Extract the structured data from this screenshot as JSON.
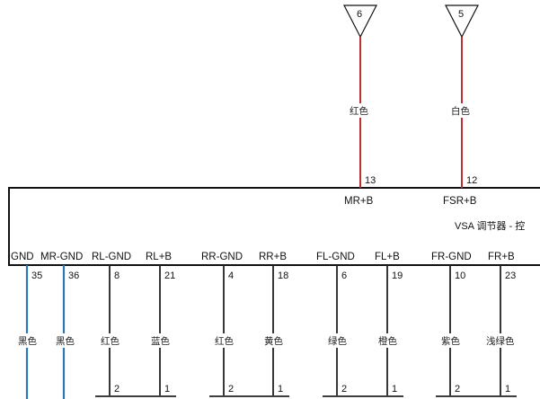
{
  "module": {
    "label": "VSA 调节器 - 控"
  },
  "top_connectors": [
    {
      "num": "6",
      "color": "#c03030",
      "wire_color": "红色",
      "pin": "13",
      "signal": "MR+B"
    },
    {
      "num": "5",
      "color": "#c03030",
      "wire_color": "白色",
      "pin": "12",
      "signal": "FSR+B"
    }
  ],
  "bottom_pins": [
    {
      "signal": "GND",
      "pin": "35",
      "wire_color": "黑色",
      "color": "#2b78b8"
    },
    {
      "signal": "MR-GND",
      "pin": "36",
      "wire_color": "黑色",
      "color": "#2b78b8"
    },
    {
      "signal": "RL-GND",
      "pin": "8",
      "wire_color": "红色",
      "color": "#222222",
      "end_pin": "2"
    },
    {
      "signal": "RL+B",
      "pin": "21",
      "wire_color": "蓝色",
      "color": "#222222",
      "end_pin": "1"
    },
    {
      "signal": "RR-GND",
      "pin": "4",
      "wire_color": "红色",
      "color": "#222222",
      "end_pin": "2"
    },
    {
      "signal": "RR+B",
      "pin": "18",
      "wire_color": "黄色",
      "color": "#222222",
      "end_pin": "1"
    },
    {
      "signal": "FL-GND",
      "pin": "6",
      "wire_color": "绿色",
      "color": "#222222",
      "end_pin": "2"
    },
    {
      "signal": "FL+B",
      "pin": "19",
      "wire_color": "橙色",
      "color": "#222222",
      "end_pin": "1"
    },
    {
      "signal": "FR-GND",
      "pin": "10",
      "wire_color": "紫色",
      "color": "#222222",
      "end_pin": "2"
    },
    {
      "signal": "FR+B",
      "pin": "23",
      "wire_color": "浅绿色",
      "color": "#222222",
      "end_pin": "1"
    }
  ]
}
